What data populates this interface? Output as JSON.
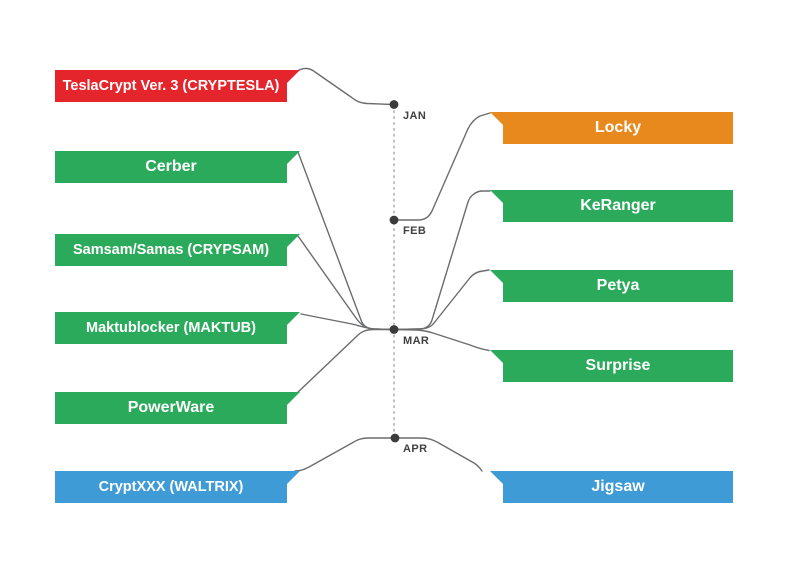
{
  "colors": {
    "red": "#E4252B",
    "green": "#2CAA5C",
    "orange": "#E8891E",
    "blue": "#3E9BD6",
    "line": "#6B6C6E",
    "dot": "#3B3B3B",
    "timeline_dotted": "#A8AAAD",
    "month_text": "#414042",
    "banner_text": "#FFFFFF"
  },
  "timeline": {
    "months": [
      {
        "label": "JAN"
      },
      {
        "label": "FEB"
      },
      {
        "label": "MAR"
      },
      {
        "label": "APR"
      }
    ]
  },
  "banners": {
    "left": [
      {
        "label": "TeslaCrypt Ver. 3 (CRYPTESLA)",
        "color": "red",
        "connects_to": "JAN"
      },
      {
        "label": "Cerber",
        "color": "green",
        "connects_to": "MAR"
      },
      {
        "label": "Samsam/Samas (CRYPSAM)",
        "color": "green",
        "connects_to": "MAR"
      },
      {
        "label": "Maktublocker (MAKTUB)",
        "color": "green",
        "connects_to": "MAR"
      },
      {
        "label": "PowerWare",
        "color": "green",
        "connects_to": "MAR"
      },
      {
        "label": "CryptXXX (WALTRIX)",
        "color": "blue",
        "connects_to": "APR"
      }
    ],
    "right": [
      {
        "label": "Locky",
        "color": "orange",
        "connects_to": "FEB"
      },
      {
        "label": "KeRanger",
        "color": "green",
        "connects_to": "MAR"
      },
      {
        "label": "Petya",
        "color": "green",
        "connects_to": "MAR"
      },
      {
        "label": "Surprise",
        "color": "green",
        "connects_to": "MAR"
      },
      {
        "label": "Jigsaw",
        "color": "blue",
        "connects_to": "APR"
      }
    ]
  }
}
